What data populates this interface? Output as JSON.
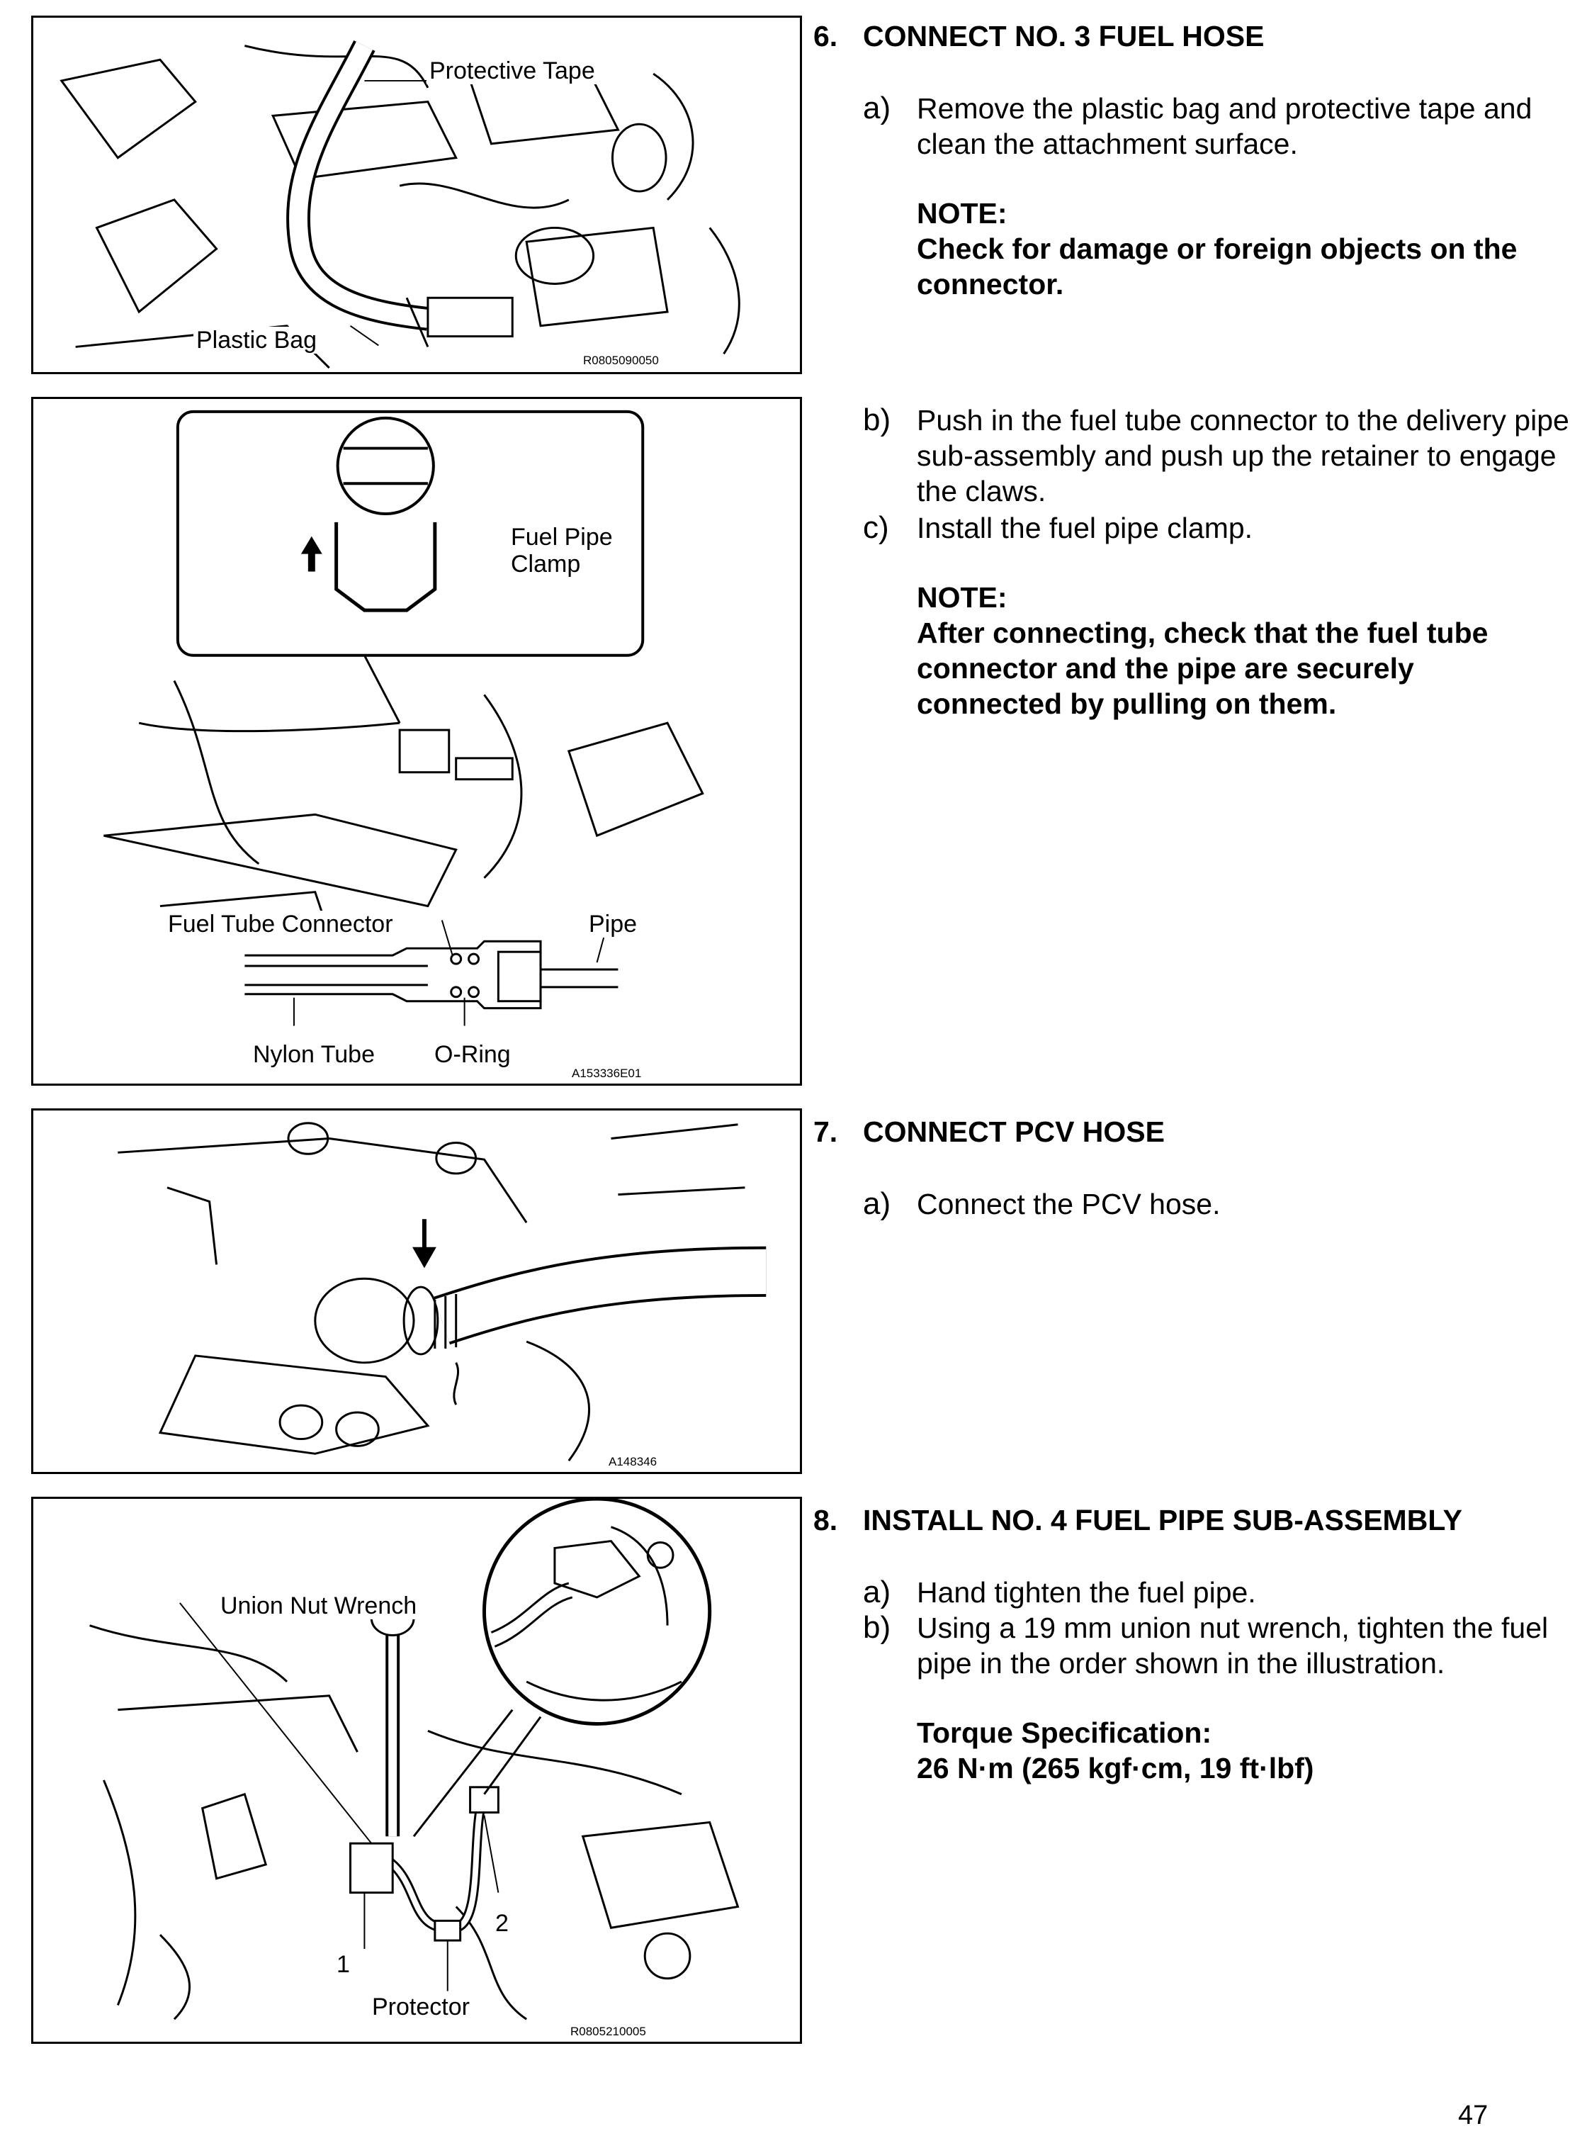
{
  "figures": {
    "fig1": {
      "callouts": {
        "protective_tape": "Protective Tape",
        "plastic_bag": "Plastic Bag"
      },
      "figure_id": "R0805090050"
    },
    "fig2": {
      "callouts": {
        "fuel_pipe_clamp_1": "Fuel Pipe",
        "fuel_pipe_clamp_2": "Clamp",
        "fuel_tube_connector": "Fuel Tube Connector",
        "pipe": "Pipe",
        "nylon_tube": "Nylon Tube",
        "o_ring": "O-Ring"
      },
      "figure_id": "A153336E01"
    },
    "fig3": {
      "figure_id": "A148346"
    },
    "fig4": {
      "callouts": {
        "union_nut_wrench": "Union Nut Wrench",
        "protector": "Protector",
        "num_1": "1",
        "num_2": "2"
      },
      "figure_id": "R0805210005"
    }
  },
  "steps": {
    "s6": {
      "number": "6.",
      "title": "CONNECT NO. 3 FUEL HOSE",
      "a_letter": "a)",
      "a_text": "Remove the plastic bag and protective tape and clean the attachment surface.",
      "note1_label": "NOTE:",
      "note1_text": "Check for damage or foreign objects on the connector.",
      "b_letter": "b)",
      "b_text": "Push in the fuel tube connector to the delivery pipe sub-assembly and push up the retainer to engage the claws.",
      "c_letter": "c)",
      "c_text": "Install the fuel pipe clamp.",
      "note2_label": "NOTE:",
      "note2_text": "After connecting, check that the fuel tube connector and the pipe are securely connected by pulling on them."
    },
    "s7": {
      "number": "7.",
      "title": "CONNECT PCV HOSE",
      "a_letter": "a)",
      "a_text": "Connect the PCV hose."
    },
    "s8": {
      "number": "8.",
      "title": "INSTALL NO. 4 FUEL PIPE SUB-ASSEMBLY",
      "a_letter": "a)",
      "a_text": "Hand tighten the fuel pipe.",
      "b_letter": "b)",
      "b_text": "Using a 19 mm union nut wrench, tighten the fuel pipe in the order shown in the illustration.",
      "torque_label": "Torque Specification:",
      "torque_value": "26 N·m (265 kgf·cm, 19 ft·lbf)"
    }
  },
  "page_number": "47"
}
